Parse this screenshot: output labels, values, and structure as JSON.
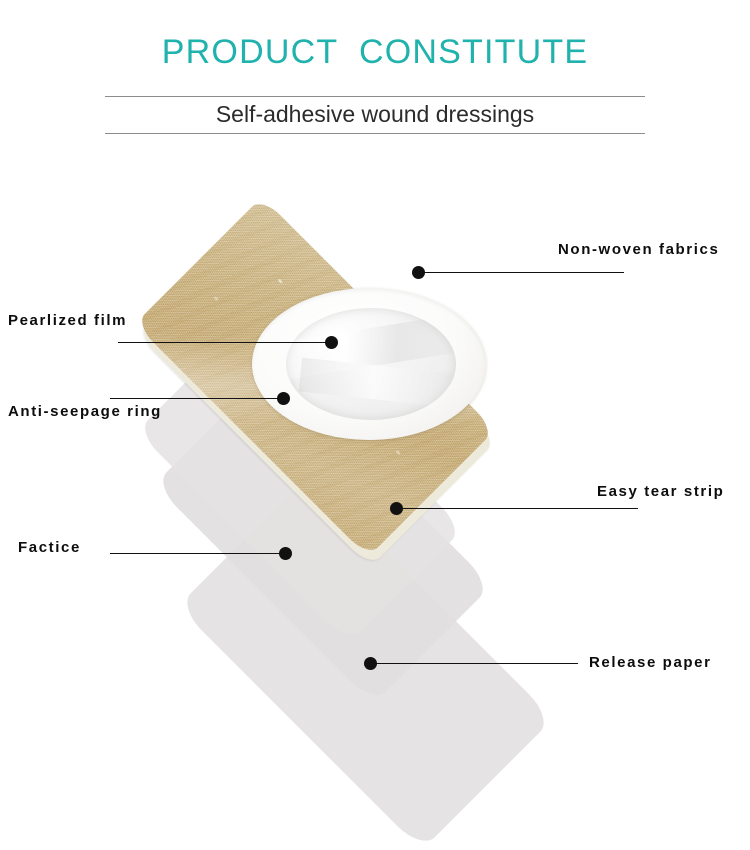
{
  "header": {
    "title": "PRODUCT  CONSTITUTE",
    "subtitle": "Self-adhesive wound dressings",
    "title_color": "#20b2ac",
    "rule_color": "#8d8d8d"
  },
  "diagram": {
    "product": "Self-adhesive wound dressing exploded layer view",
    "layers": [
      {
        "name": "non-woven-fabric-layer",
        "color": "#cfb884"
      },
      {
        "name": "anti-seepage-ring",
        "color": "#ffffff"
      },
      {
        "name": "pearlized-film-pad",
        "color": "#f2f2f2"
      },
      {
        "name": "easy-tear-strip-edge",
        "color": "#eeeadb"
      },
      {
        "name": "factice-layer",
        "color": "#e0dede"
      },
      {
        "name": "release-paper-layer",
        "color": "#e3e1e1"
      }
    ],
    "callouts": [
      {
        "id": "non-woven-fabrics",
        "label": "Non-woven fabrics",
        "side": "right"
      },
      {
        "id": "pearlized-film",
        "label": "Pearlized film",
        "side": "left"
      },
      {
        "id": "anti-seepage-ring",
        "label": "Anti-seepage ring",
        "side": "left"
      },
      {
        "id": "easy-tear-strip",
        "label": "Easy tear strip",
        "side": "right"
      },
      {
        "id": "factice",
        "label": "Factice",
        "side": "left"
      },
      {
        "id": "release-paper",
        "label": "Release paper",
        "side": "right"
      }
    ]
  }
}
